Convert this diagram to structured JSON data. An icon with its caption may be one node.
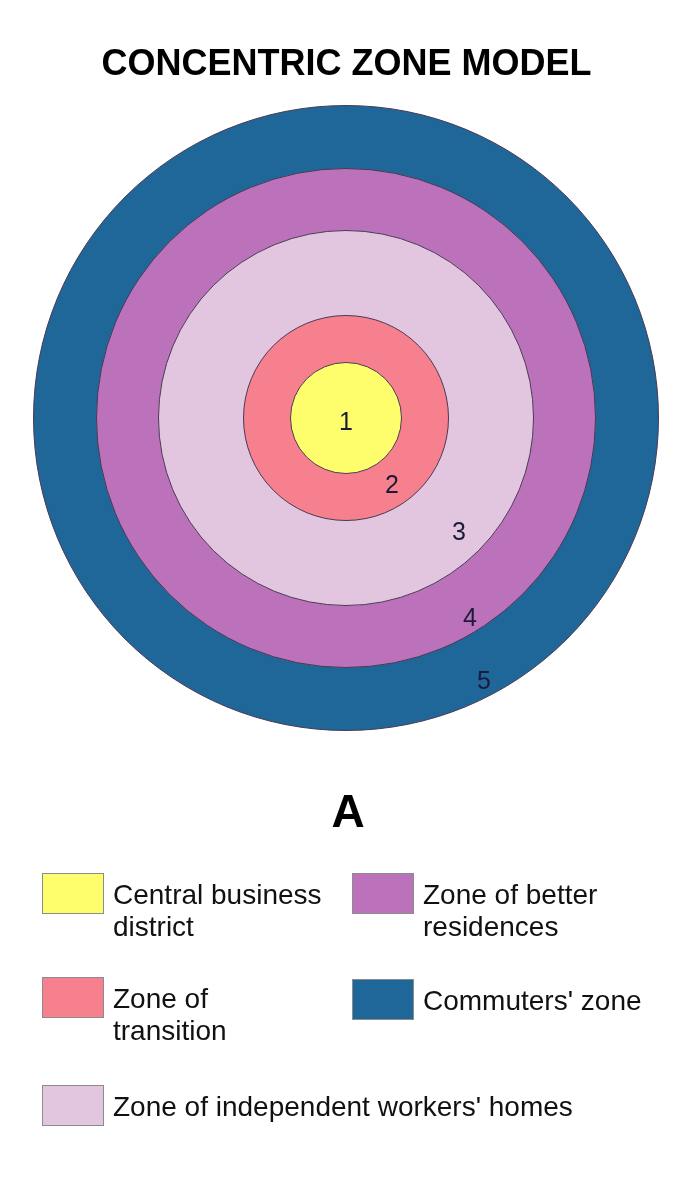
{
  "diagram": {
    "title": "CONCENTRIC ZONE MODEL",
    "nodes": [
      {
        "text": [
          "5"
        ]
      },
      {
        "text": [
          "4"
        ],
        "in": 0
      },
      {
        "text": [
          "3"
        ],
        "in": 1
      },
      {
        "text": [
          "2"
        ],
        "in": 2
      },
      {
        "text": [
          "1"
        ],
        "in": 3
      }
    ],
    "labels": [
      "A"
    ],
    "legend": [
      {
        "text": "Central business district",
        "color": "#fefe6c"
      },
      {
        "text": "Zone of better residences",
        "color": "#bc72bb"
      },
      {
        "text": "Zone of transition",
        "color": "#f7808e"
      },
      {
        "text": "Commuters' zone",
        "color": "#1f6699"
      },
      {
        "text": "Zone of independent workers' homes",
        "color": "#e2c6e0"
      }
    ]
  }
}
